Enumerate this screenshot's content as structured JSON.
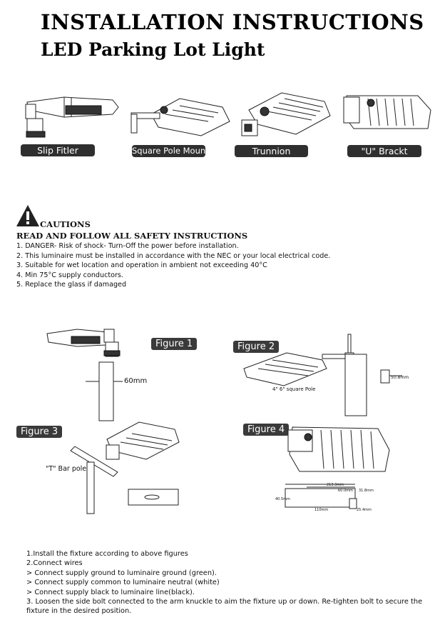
{
  "header": {
    "title_line1": "INSTALLATION INSTRUCTIONS",
    "title_line2": "LED Parking Lot Light"
  },
  "mount_options": [
    {
      "label": "Slip Fitler",
      "icon": "slip-fitter-fixture"
    },
    {
      "label": "Square Pole Mount",
      "icon": "square-pole-mount-fixture"
    },
    {
      "label": "Trunnion",
      "icon": "trunnion-fixture"
    },
    {
      "label": "\"U\" Brackt",
      "icon": "u-bracket-fixture"
    }
  ],
  "cautions": {
    "heading": "CAUTIONS",
    "subheading": "READ AND FOLLOW ALL SAFETY INSTRUCTIONS",
    "items": [
      "1. DANGER- Risk of shock- Turn-Off the power before installation.",
      "2. This luminaire must be installed in accordance with the NEC or your local  electrical code.",
      "3. Suitable for wet location and operation in ambient not exceeding  40°C",
      "4. Min 75°C supply conductors.",
      "5. Replace the glass if damaged"
    ]
  },
  "figures": {
    "fig1": {
      "label": "Figure 1",
      "dimension": "60mm"
    },
    "fig2": {
      "label": "Figure 2",
      "pole_note": "4\" 6\" square Pole",
      "dim": "50.8mm"
    },
    "fig3": {
      "label": "Figure 3",
      "pole_note": "\"T\" Bar pole"
    },
    "fig4": {
      "label": "Figure 4",
      "dim_a": "213.3mm",
      "dim_b": "60.0mm",
      "dim_c": "110mm",
      "dim_d": "25.4mm",
      "dim_e": "40.5mm",
      "dim_f": "31.8mm"
    }
  },
  "steps": [
    "1.Install the fixture according to above figures",
    "2.Connect wires",
    ">  Connect supply ground to luminaire ground (green).",
    ">  Connect supply common to luminaire neutral (white)",
    ">  Connect supply black to luminaire  line(black).",
    "3. Loosen the side bolt connected to the arm knuckle to aim the fixture up or down. Re-tighten bolt to secure the",
    "    fixture  in the desired position."
  ]
}
